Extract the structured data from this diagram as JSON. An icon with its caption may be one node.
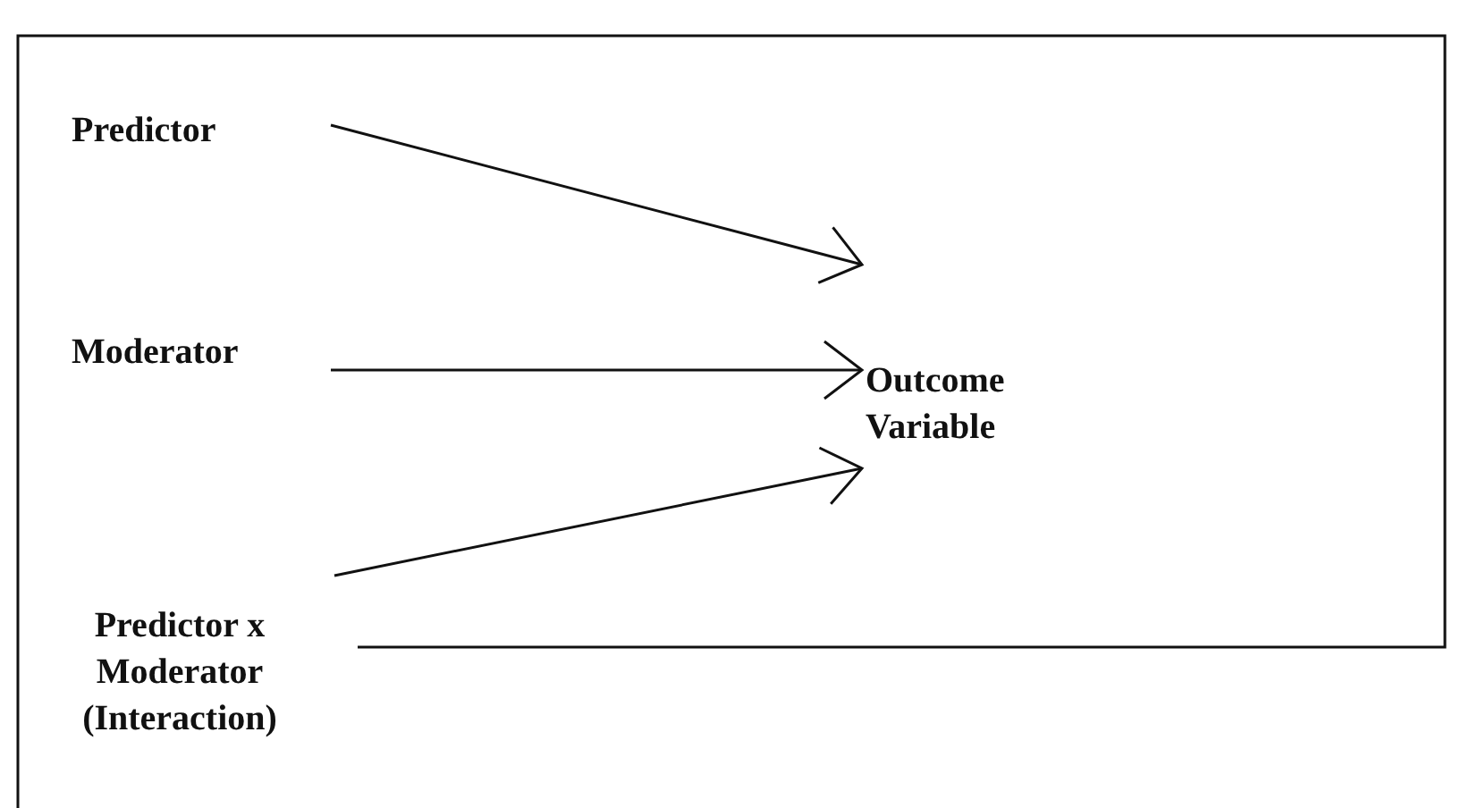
{
  "diagram": {
    "nodes": [
      {
        "text": [
          "Predictor"
        ]
      },
      {
        "text": [
          "Moderator"
        ]
      },
      {
        "text": [
          "Predictor x Moderator (Interaction)"
        ]
      },
      {
        "text": [
          "Outcome Variable"
        ]
      }
    ],
    "edges": [
      {
        "from": 0,
        "to": 3,
        "arrow": "to"
      },
      {
        "from": 1,
        "to": 3,
        "arrow": "to"
      },
      {
        "from": 2,
        "to": 3,
        "arrow": "to"
      }
    ]
  }
}
